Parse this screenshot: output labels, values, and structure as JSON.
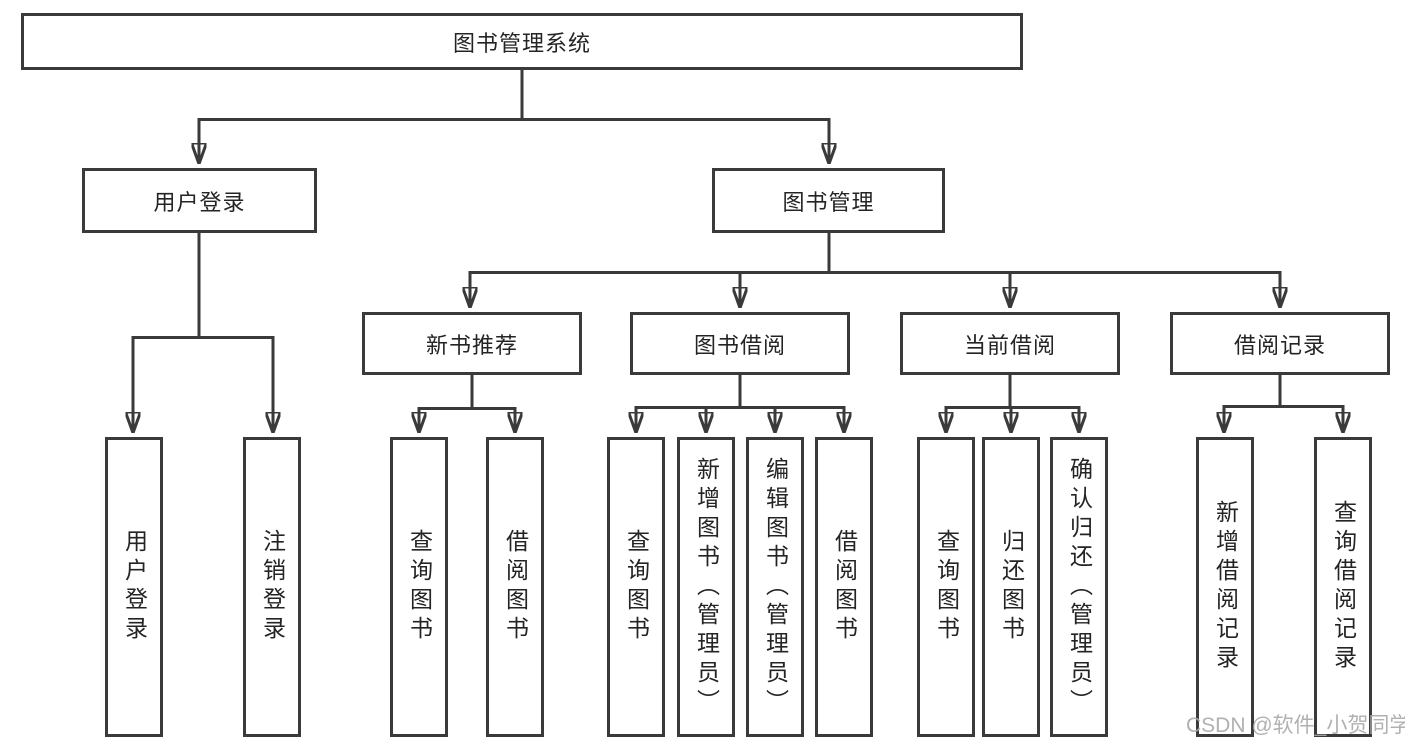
{
  "tree": {
    "root": "图书管理系统",
    "branches": [
      {
        "label": "用户登录",
        "leaves": [
          "用户登录",
          "注销登录"
        ]
      },
      {
        "label": "图书管理",
        "groups": [
          {
            "label": "新书推荐",
            "leaves": [
              "查询图书",
              "借阅图书"
            ]
          },
          {
            "label": "图书借阅",
            "leaves": [
              "查询图书",
              "新增图书（管理员）",
              "编辑图书（管理员）",
              "借阅图书"
            ]
          },
          {
            "label": "当前借阅",
            "leaves": [
              "查询图书",
              "归还图书",
              "确认归还（管理员）"
            ]
          },
          {
            "label": "借阅记录",
            "leaves": [
              "新增借阅记录",
              "查询借阅记录"
            ]
          }
        ]
      }
    ]
  },
  "watermark": "CSDN @软件_小贺同学",
  "colors": {
    "line": "#3a3a3a",
    "text": "#242424",
    "background": "#ffffff",
    "watermark": "#a8a8a8"
  }
}
